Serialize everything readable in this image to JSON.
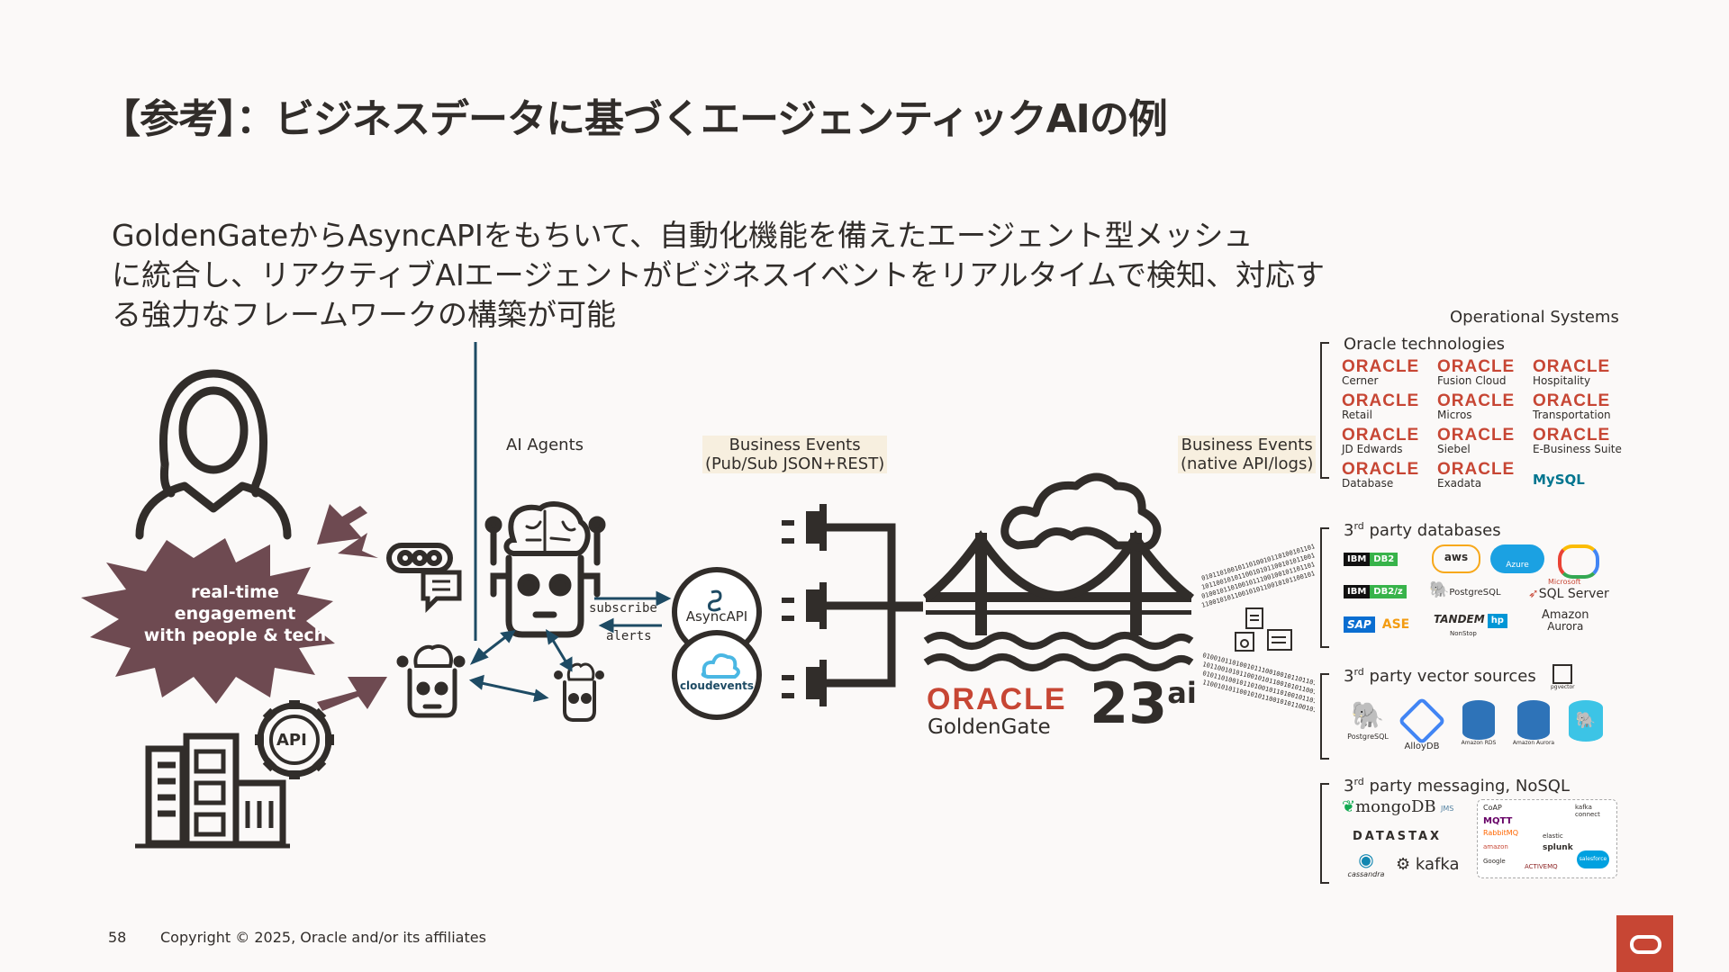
{
  "title": "【参考】：ビジネスデータに基づくエージェンティックAIの例",
  "lead": [
    "GoldenGateからAsyncAPIをもちいて、自動化機能を備えたエージェント型メッシュ",
    "に統合し、リアクティブAIエージェントがビジネスイベントをリアルタイムで検知、対応す",
    "る強力なフレームワークの構築が可能"
  ],
  "diagram": {
    "burst_text": [
      "real-time",
      "engagement",
      "with people & tech"
    ],
    "api_label": "API",
    "ai_agents_label": "AI Agents",
    "subscribe_label": "subscribe",
    "alerts_label": "alerts",
    "asyncapi_label": "AsyncAPI",
    "cloudevents_label": "cloudevents",
    "business_events_1": [
      "Business Events",
      "(Pub/Sub JSON+REST)"
    ],
    "business_events_2": [
      "Business Events",
      "(native API/logs)"
    ],
    "gg_oracle": "ORACLE",
    "gg_product": "GoldenGate",
    "gg_version": "23",
    "gg_version_sup": "ai"
  },
  "operational": {
    "heading": "Operational Systems",
    "oracle_section": "Oracle technologies",
    "oracle_word": "ORACLE",
    "oracle_items": [
      "Cerner",
      "Fusion Cloud",
      "Hospitality",
      "Retail",
      "Micros",
      "Transportation",
      "JD Edwards",
      "Siebel",
      "E-Business Suite",
      "Database",
      "Exadata"
    ],
    "mysql": "MySQL",
    "third_db_section": "3rd party databases",
    "third_db": {
      "ibm1": "IBM",
      "db2": "DB2",
      "aws": "aws",
      "azure": "Azure",
      "ibm2": "IBM",
      "db2z": "DB2/z",
      "postgres": "PostgreSQL",
      "sqlserver": "SQL Server",
      "microsoft": "Microsoft",
      "sap": "SAP",
      "ase": "ASE",
      "tandem": "TANDEM",
      "nonstop": "NonStop",
      "amazon": "Amazon",
      "aurora": "Aurora"
    },
    "vector_section": "3rd party vector sources",
    "vector": {
      "postgres": "PostgreSQL",
      "alloydb": "AlloyDB",
      "rds": "Amazon RDS",
      "aurora": "Amazon Aurora",
      "pgvector": "pgvector"
    },
    "messaging_section": "3rd party messaging, NoSQL",
    "messaging": {
      "mongodb": "mongoDB",
      "jms": "JMS",
      "datastax": "DATASTAX",
      "cassandra": "cassandra",
      "kafka": "kafka",
      "coap": "CoAP",
      "mqtt": "MQTT",
      "rabbitmq": "RabbitMQ",
      "elastic": "elastic",
      "splunk": "splunk",
      "salesforce": "salesforce",
      "kafka_connect": "kafka connect",
      "activemq": "ACTIVEMQ",
      "amazon_sqs": "amazon",
      "google": "Google"
    }
  },
  "footer": {
    "page": "58",
    "copyright": "Copyright © 2025, Oracle and/or its affiliates"
  },
  "colors": {
    "oracle_red": "#c74634",
    "burst": "#6e4a51",
    "navy": "#1e4b64",
    "ink": "#312d2a"
  }
}
